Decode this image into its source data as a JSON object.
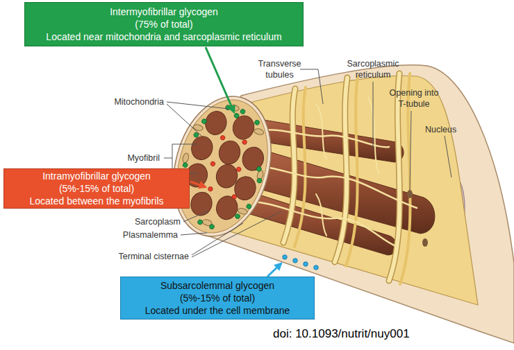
{
  "diagram": {
    "nodes": [
      {
        "text": [
          "Intermyofibrillar glycogen",
          "(75% of total)",
          "Located near mitochondria and sarcoplasmic reticulum"
        ]
      },
      {
        "text": [
          "Intramyofibrillar glycogen",
          "(5%-15% of total)",
          "Located between the myofibrils"
        ]
      },
      {
        "text": [
          "Subsarcolemmal glycogen",
          "(5%-15% of total)",
          "Located under the cell membrane"
        ]
      }
    ],
    "labels": [
      "Transverse tubules",
      "Sarcoplasmic reticulum",
      "Opening into T-tubule",
      "Mitochondria",
      "Nucleus",
      "Myofibril",
      "Sarcoplasm",
      "Plasmalemma",
      "Terminal cisternae",
      "doi: 10.1093/nutrit/nuy001"
    ]
  }
}
